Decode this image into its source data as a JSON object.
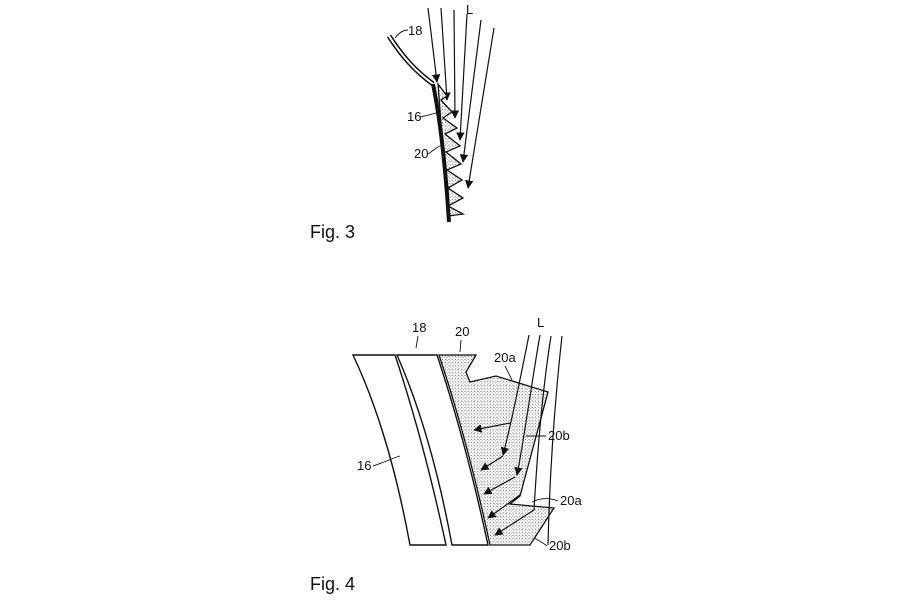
{
  "fig3": {
    "caption": "Fig. 3",
    "labels": {
      "ref18": "18",
      "ref16": "16",
      "ref20": "20",
      "light": "L"
    }
  },
  "fig4": {
    "caption": "Fig. 4",
    "labels": {
      "ref18": "18",
      "ref20": "20",
      "ref16": "16",
      "light": "L",
      "ref20a_upper": "20a",
      "ref20b_upper": "20b",
      "ref20a_lower": "20a",
      "ref20b_lower": "20b"
    }
  },
  "colors": {
    "line": "#111111",
    "background": "#ffffff",
    "stipple": "#555555"
  }
}
